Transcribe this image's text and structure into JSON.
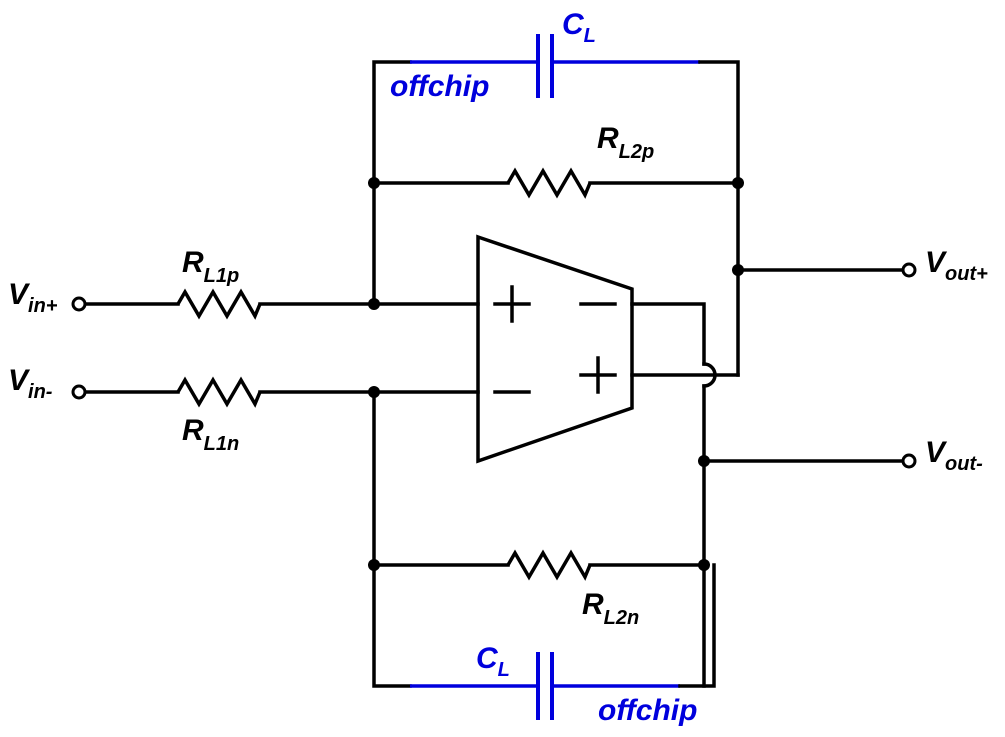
{
  "labels": {
    "cl_top": {
      "main": "C",
      "sub": "L"
    },
    "cl_bottom": {
      "main": "C",
      "sub": "L"
    },
    "offchip_top": "offchip",
    "offchip_bottom": "offchip",
    "rl2p": {
      "main": "R",
      "sub": "L2p"
    },
    "rl2n": {
      "main": "R",
      "sub": "L2n"
    },
    "rl1p": {
      "main": "R",
      "sub": "L1p"
    },
    "rl1n": {
      "main": "R",
      "sub": "L1n"
    },
    "vin_plus": {
      "main": "V",
      "sub": "in+"
    },
    "vin_minus": {
      "main": "V",
      "sub": "in-"
    },
    "vout_plus": {
      "main": "V",
      "sub": "out+"
    },
    "vout_minus": {
      "main": "V",
      "sub": "out-"
    }
  },
  "colors": {
    "wire": "#000000",
    "offchip": "#0000dd"
  }
}
